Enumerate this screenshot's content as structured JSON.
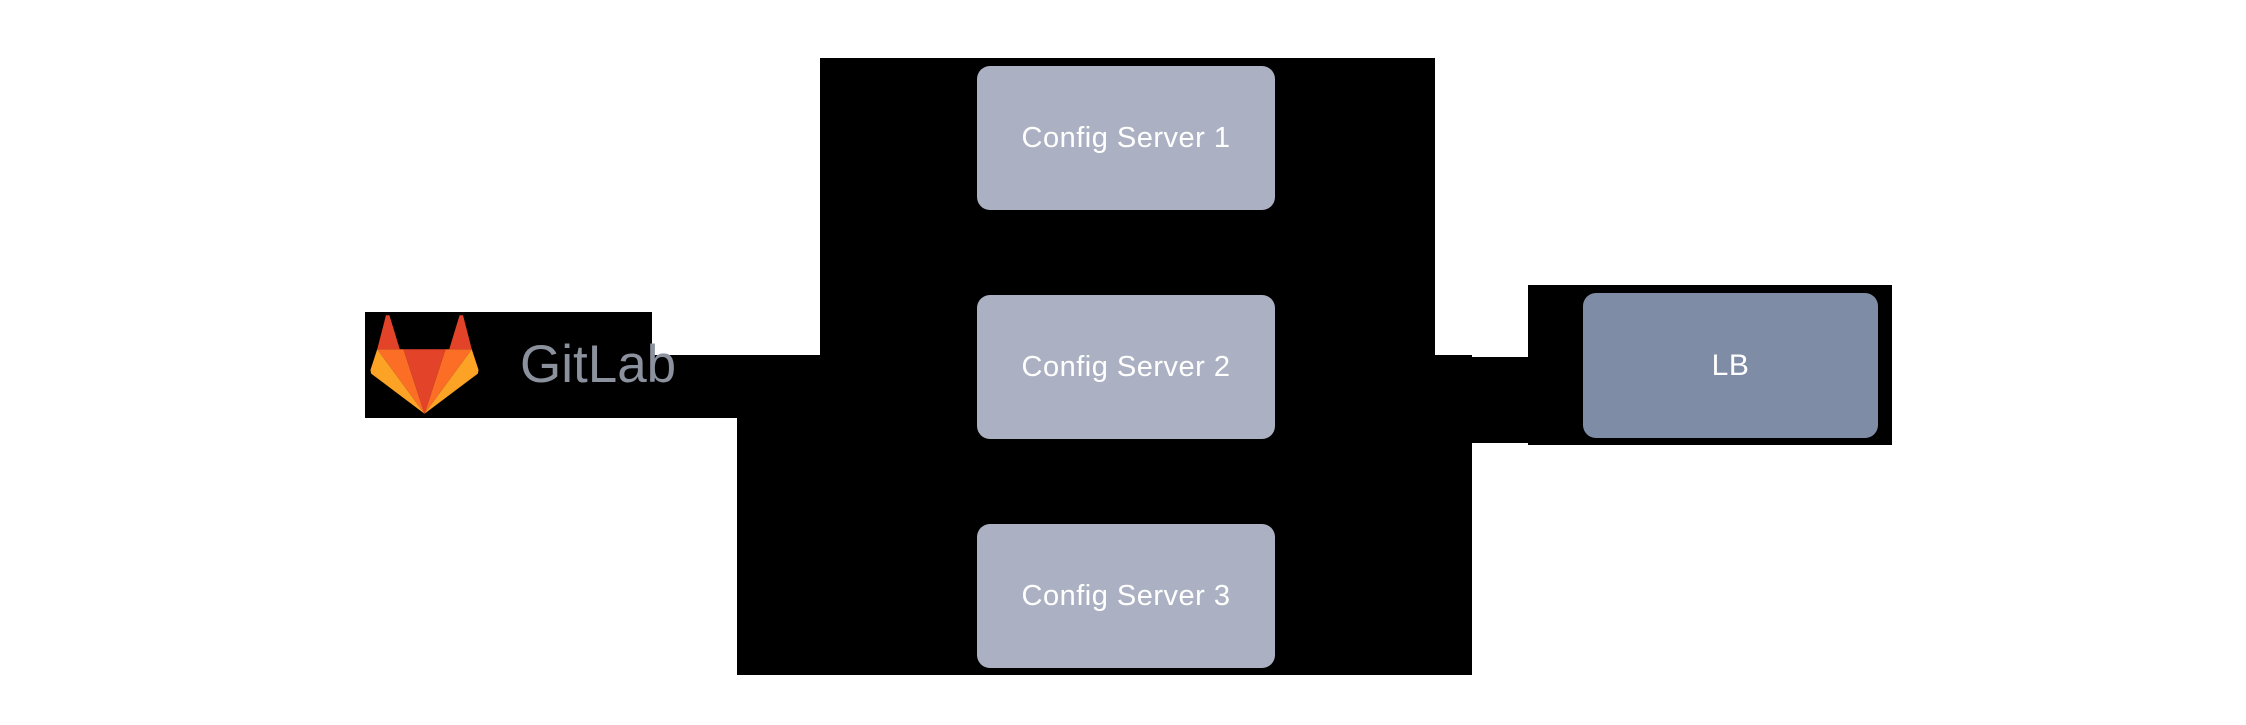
{
  "diagram": {
    "background_color": "#ffffff",
    "connector_block_color": "#000000",
    "gitlab": {
      "wordmark": "GitLab",
      "wordmark_color": "#8b919d",
      "logo_colors": {
        "red": "#e24329",
        "orange": "#fc6d26",
        "yellow": "#fca326"
      }
    },
    "nodes": [
      {
        "id": "config1",
        "label": "Config Server 1",
        "fill": "#abb1c2",
        "text_color": "#ffffff"
      },
      {
        "id": "config2",
        "label": "Config Server 2",
        "fill": "#abb1c2",
        "text_color": "#ffffff"
      },
      {
        "id": "config3",
        "label": "Config Server 3",
        "fill": "#abb1c2",
        "text_color": "#ffffff"
      },
      {
        "id": "lb",
        "label": "LB",
        "fill": "#7f8ca6",
        "text_color": "#ffffff"
      }
    ],
    "edges": [
      {
        "from": "GitLab",
        "to": "Config Server 1"
      },
      {
        "from": "GitLab",
        "to": "Config Server 2"
      },
      {
        "from": "GitLab",
        "to": "Config Server 3"
      },
      {
        "from": "Config Servers",
        "to": "LB"
      }
    ]
  }
}
